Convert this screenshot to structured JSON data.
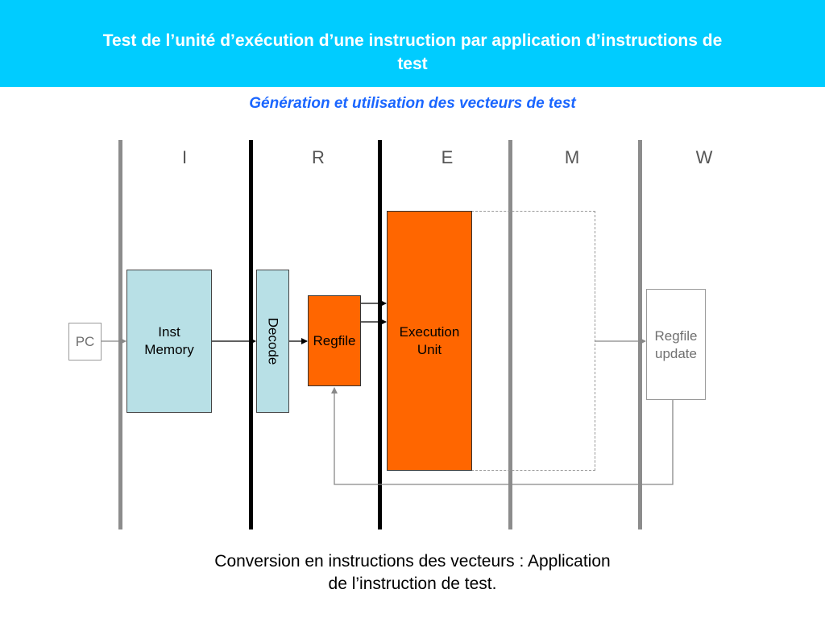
{
  "header": {
    "title": "Test de l’unité d’exécution d’une instruction par application d’instructions de test",
    "subtitle": "Génération et utilisation des vecteurs de test"
  },
  "stages": [
    "I",
    "R",
    "E",
    "M",
    "W"
  ],
  "blocks": {
    "pc": "PC",
    "inst_memory": [
      "Inst",
      "Memory"
    ],
    "decode": "Decode",
    "regfile": "Regfile",
    "execution_unit": [
      "Execution",
      "Unit"
    ],
    "regfile_update": [
      "Regfile",
      "update"
    ]
  },
  "caption": [
    "Conversion en instructions des vecteurs : Application",
    "de l’instruction de test."
  ],
  "colors": {
    "header_bg": "#00ccff",
    "subtitle": "#1a66ff",
    "memory_decode_fill": "#b8e0e6",
    "regfile_exec_fill": "#ff6600"
  }
}
